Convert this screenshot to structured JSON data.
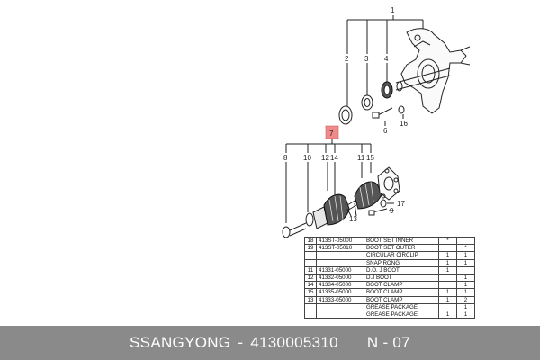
{
  "callouts": {
    "c1": "1",
    "c2": "2",
    "c3": "3",
    "c4": "4",
    "c6": "6",
    "c16": "16",
    "c7": "7",
    "c8": "8",
    "c10": "10",
    "c12": "12",
    "c14": "14",
    "c11": "11",
    "c15": "15",
    "c13": "13",
    "c17": "17",
    "c9": "9"
  },
  "parts_table": {
    "rows": [
      [
        "18",
        "413ST-05000",
        "BOOT SET INNER",
        "*",
        ""
      ],
      [
        "19",
        "413ST-05010",
        "BOOT SET OUTER",
        "",
        "*"
      ],
      [
        "",
        "",
        "CIRCULAR CIRCLIP",
        "1",
        "1"
      ],
      [
        "",
        "",
        "SNAP RONG",
        "1",
        "1"
      ],
      [
        "11",
        "41331-05000",
        "D.O. J BOOT",
        "1",
        ""
      ],
      [
        "12",
        "41332-05000",
        "D.J BOOT",
        "",
        "1"
      ],
      [
        "14",
        "41334-05000",
        "BOOT CLAMP",
        "",
        "1"
      ],
      [
        "15",
        "41335-05000",
        "BOOT CLAMP",
        "1",
        "1"
      ],
      [
        "13",
        "41333-05000",
        "BOOT CLAMP",
        "1",
        "2"
      ],
      [
        "",
        "",
        "GREASE PACKAGE",
        "",
        "1"
      ],
      [
        "",
        "",
        "GREASE PACKAGE",
        "1",
        "1"
      ]
    ]
  },
  "footer": {
    "brand": "SSANGYONG",
    "separator": "-",
    "part_number": "4130005310",
    "page_code": "N - 07"
  },
  "colors": {
    "highlight": "#f08a8a",
    "footer_bg": "#8a8a8a"
  }
}
